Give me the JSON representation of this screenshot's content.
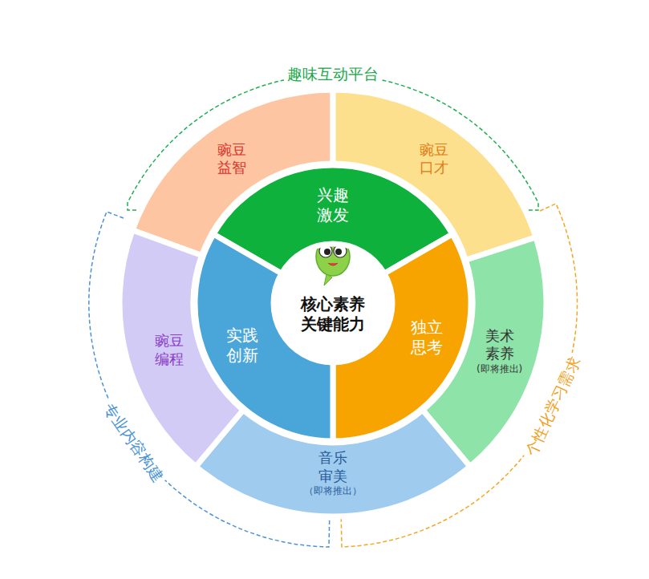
{
  "diagram": {
    "nodes": [
      {
        "text": [
          "核心素养 关键能力"
        ]
      },
      {
        "text": [
          "兴趣 激发"
        ]
      },
      {
        "text": [
          "独立 思考"
        ]
      },
      {
        "text": [
          "实践 创新"
        ]
      },
      {
        "text": [
          "豌豆 益智"
        ]
      },
      {
        "text": [
          "豌豆 口才"
        ]
      },
      {
        "text": [
          "美术 素养",
          "(即将推出)"
        ]
      },
      {
        "text": [
          "音乐 审美",
          "（即将推出）"
        ]
      },
      {
        "text": [
          "豌豆 编程"
        ]
      }
    ],
    "labels": [
      "趣味互动平台",
      "个性化学习需求",
      "专业内容构建"
    ]
  }
}
